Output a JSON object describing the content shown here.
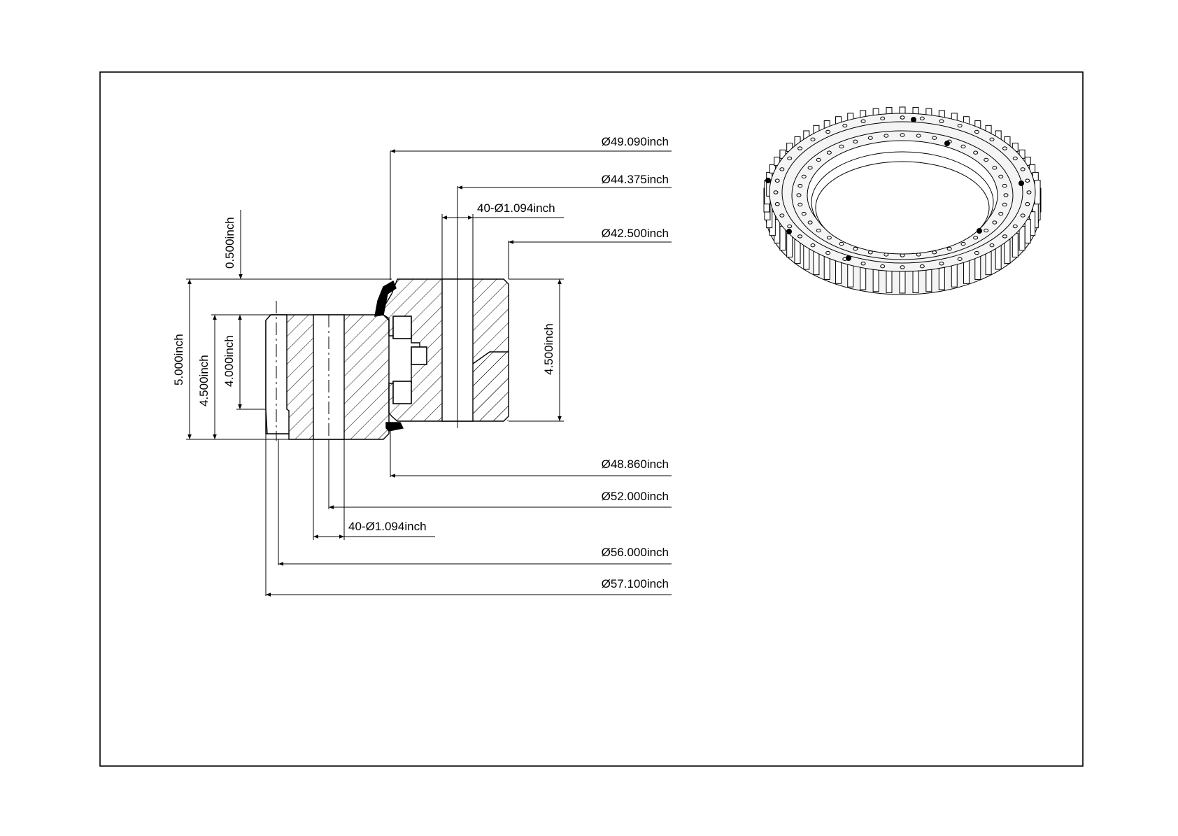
{
  "drawing": {
    "dimensions_right": {
      "d_49_090": "Ø49.090inch",
      "d_44_375": "Ø44.375inch",
      "holes_upper": "40-Ø1.094inch",
      "d_42_500": "Ø42.500inch",
      "d_48_860": "Ø48.860inch",
      "d_52_000": "Ø52.000inch",
      "holes_lower": "40-Ø1.094inch",
      "d_56_000": "Ø56.000inch",
      "d_57_100": "Ø57.100inch"
    },
    "dimensions_vertical": {
      "top_offset": "0.500inch",
      "total_height": "5.000inch",
      "outer_height": "4.500inch",
      "gear_height": "4.000inch",
      "inner_height": "4.500inch"
    }
  },
  "colors": {
    "line": "#000000",
    "background": "#ffffff",
    "ring_fill": "#f4f4f4"
  }
}
